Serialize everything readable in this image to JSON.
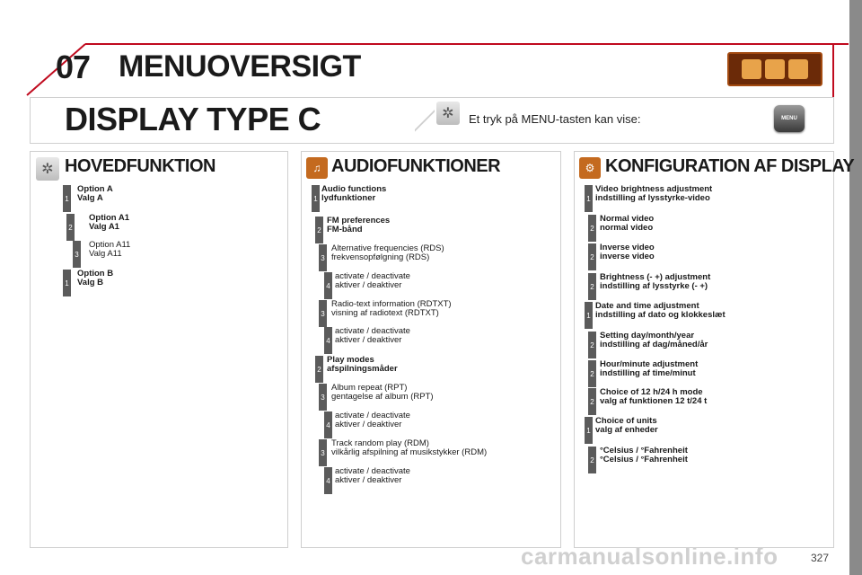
{
  "header": {
    "chapter_number": "07",
    "chapter_title": "MENUOVERSIGT",
    "accent_color": "#c00a1e"
  },
  "display_type": {
    "title": "DISPLAY TYPE C",
    "info_text": "Et tryk på MENU-tasten kan vise:",
    "menu_key_label": "MENU"
  },
  "columns": [
    {
      "heading": "HOVEDFUNKTION",
      "icon": "gear-icon",
      "entries": [
        {
          "level": "1",
          "line1": "Option A",
          "line2": "Valg A",
          "bold": true
        },
        {
          "level": "2",
          "line1": "Option A1",
          "line2": "Valg A1",
          "bold": true
        },
        {
          "level": "3",
          "line1": "Option A11",
          "line2": "Valg A11",
          "bold": false
        },
        {
          "level": "1",
          "line1": "Option B",
          "line2": "Valg B",
          "bold": true
        }
      ]
    },
    {
      "heading": "AUDIOFUNKTIONER",
      "icon": "audio-icon",
      "entries": [
        {
          "level": "1",
          "line1": "Audio functions",
          "line2": "lydfunktioner",
          "bold": true
        },
        {
          "level": "2",
          "line1": "FM preferences",
          "line2": "FM-bånd",
          "bold": true
        },
        {
          "level": "3",
          "line1": "Alternative frequencies (RDS)",
          "line2": "frekvensopfølgning (RDS)",
          "bold": false
        },
        {
          "level": "4",
          "line1": "activate / deactivate",
          "line2": "aktiver / deaktiver",
          "bold": false
        },
        {
          "level": "3",
          "line1": "Radio-text information (RDTXT)",
          "line2": "visning af radiotext (RDTXT)",
          "bold": false
        },
        {
          "level": "4",
          "line1": "activate / deactivate",
          "line2": "aktiver / deaktiver",
          "bold": false
        },
        {
          "level": "2",
          "line1": "Play modes",
          "line2": "afspilningsmåder",
          "bold": true
        },
        {
          "level": "3",
          "line1": "Album repeat (RPT)",
          "line2": "gentagelse af album (RPT)",
          "bold": false
        },
        {
          "level": "4",
          "line1": "activate / deactivate",
          "line2": "aktiver / deaktiver",
          "bold": false
        },
        {
          "level": "3",
          "line1": "Track random play (RDM)",
          "line2": "vilkårlig afspilning af musikstykker (RDM)",
          "bold": false
        },
        {
          "level": "4",
          "line1": "activate / deactivate",
          "line2": "aktiver / deaktiver",
          "bold": false
        }
      ]
    },
    {
      "heading": "KONFIGURATION AF DISPLAY",
      "icon": "display-config-icon",
      "entries": [
        {
          "level": "1",
          "line1": "Video brightness adjustment",
          "line2": "indstilling af lysstyrke-video",
          "bold": true
        },
        {
          "level": "2",
          "line1": "Normal video",
          "line2": "normal video",
          "bold": true
        },
        {
          "level": "2",
          "line1": "Inverse video",
          "line2": "inverse video",
          "bold": true
        },
        {
          "level": "2",
          "line1": "Brightness (- +) adjustment",
          "line2": "indstilling af lysstyrke (- +)",
          "bold": true
        },
        {
          "level": "1",
          "line1": "Date and time adjustment",
          "line2": "indstilling af dato og klokkeslæt",
          "bold": true
        },
        {
          "level": "2",
          "line1": "Setting day/month/year",
          "line2": "indstilling af dag/måned/år",
          "bold": true
        },
        {
          "level": "2",
          "line1": "Hour/minute adjustment",
          "line2": "indstilling af time/minut",
          "bold": true
        },
        {
          "level": "2",
          "line1": "Choice of 12 h/24 h mode",
          "line2": "valg af funktionen 12 t/24 t",
          "bold": true
        },
        {
          "level": "1",
          "line1": "Choice of units",
          "line2": "valg af enheder",
          "bold": true
        },
        {
          "level": "2",
          "line1": "°Celsius / °Fahrenheit",
          "line2": "°Celsius / °Fahrenheit",
          "bold": true
        }
      ]
    }
  ],
  "footer": {
    "page_number": "327",
    "watermark": "carmanualsonline.info"
  }
}
